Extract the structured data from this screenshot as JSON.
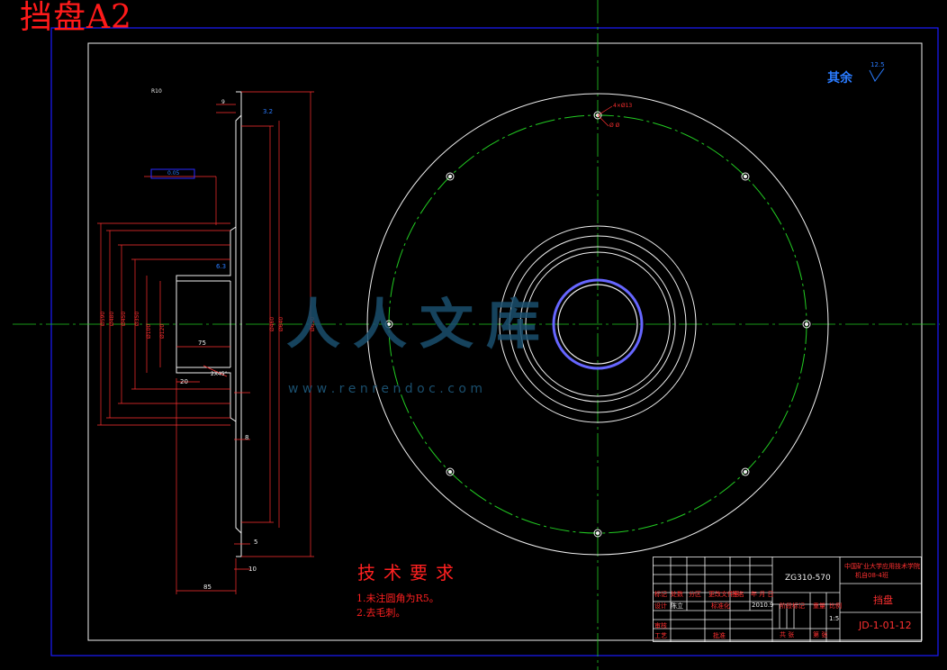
{
  "title": "挡盘A2",
  "surface_finish": {
    "label": "其余",
    "value": "12.5"
  },
  "technical_requirements": {
    "title": "技术要求",
    "notes": [
      "1.未注圆角为R5。",
      "2.去毛刺。"
    ]
  },
  "title_block": {
    "drawing_code": "ZG310-570",
    "part_name": "挡盘",
    "drawing_number": "JD-1-01-12",
    "school": "中国矿业大学应用技术学院",
    "school_sub": "机自08-4班",
    "scale": "1:5",
    "labels": [
      "标记",
      "处数",
      "分区",
      "更改文件号",
      "签名",
      "年 月 日",
      "设计",
      "标准化",
      "审核",
      "工艺",
      "批准",
      "阶段标记",
      "重量",
      "比例",
      "共 张",
      "第 张"
    ],
    "entries": [
      "陈立",
      "2010.9"
    ]
  },
  "watermark": {
    "text": "人人文库",
    "url": "w w w . r e n r e n d o c . c o m"
  },
  "dimensions": [
    "75",
    "20",
    "85",
    "8",
    "5",
    "10",
    "9",
    "3.2",
    "6.3",
    "0.05",
    "R10",
    "2X45°"
  ]
}
